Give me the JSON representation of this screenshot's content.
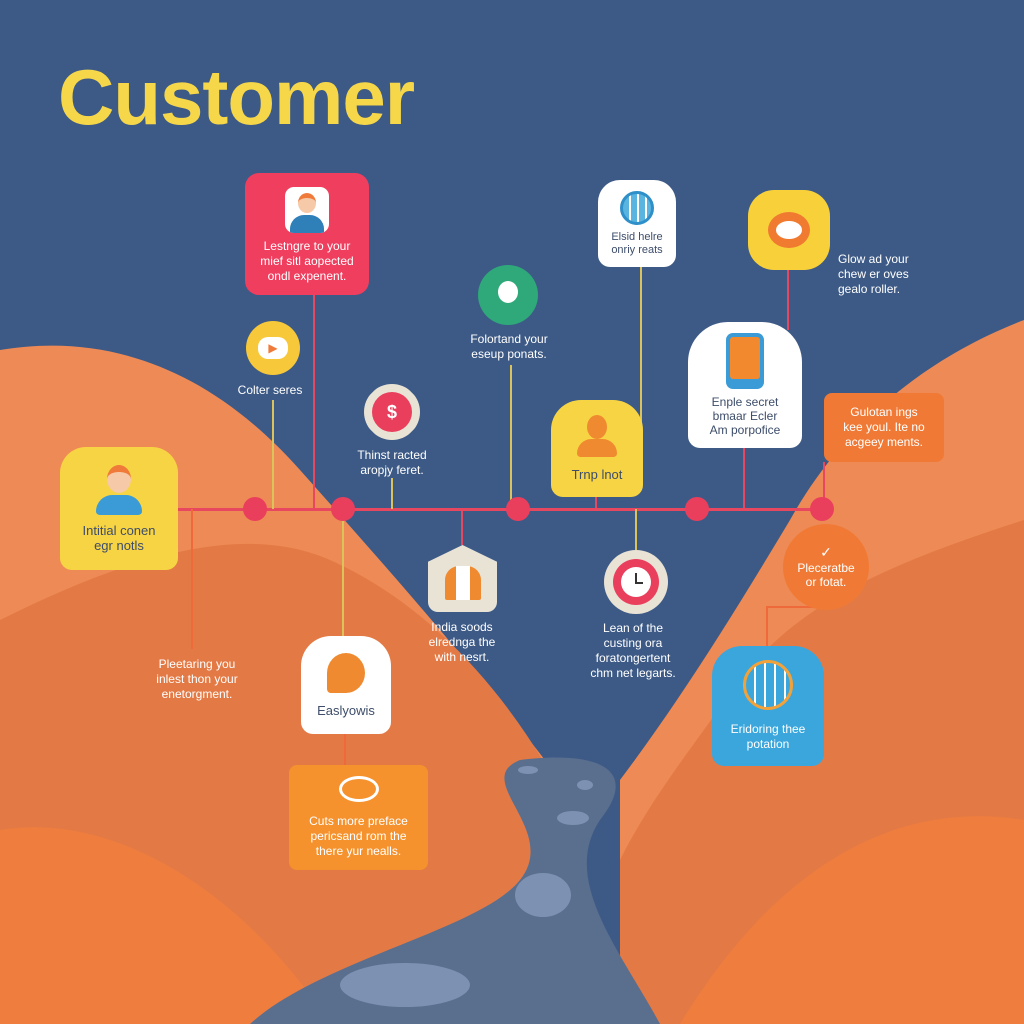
{
  "title": "Customer",
  "colors": {
    "background": "#3d5a86",
    "title": "#f7d74a",
    "timeline": "#ea3e5d",
    "hills": "#ee8a55",
    "road": "#5a6e8e"
  },
  "nodes": {
    "red_box": "Lestngre to your\nmief sitl aopected\nondl expenent.",
    "colter": "Colter seres",
    "thinst": "Thinst racted\naropjy feret.",
    "bulb": "Folortand your\neseup ponats.",
    "globe": "Elsid helre\nonriy reats",
    "trnp": "Trnp lnot",
    "glow": "Glow ad your\nchew er oves\ngealo roller.",
    "phone": "Enple secret\nbmaar Ecler\nAm porpofice",
    "orange_box": "Gulotan ings\nkee youl. Ite no\nacgeey ments.",
    "initial": "Intitial conen\negr notls",
    "pleetaring": "Pleetaring you\ninlest thon your\nenetorgment.",
    "easly": "Easlyowis",
    "cuts": "Cuts more preface\npericsand rom the\nthere yur nealls.",
    "india": "India soods\nelrednga the\nwith nesrt.",
    "lean": "Lean of the\ncusting ora\nforatongertent\nchm net legarts.",
    "plece": "Pleceratbe\nor fotat.",
    "eridoring": "Eridoring thee\npotation"
  }
}
